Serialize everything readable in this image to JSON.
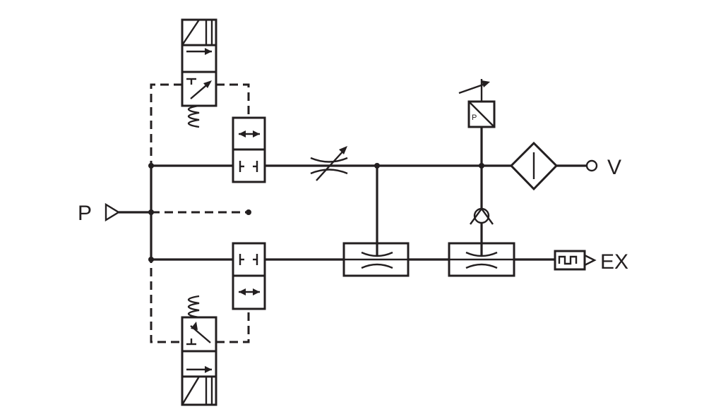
{
  "diagram": {
    "labels": {
      "pressure_port": "P",
      "vacuum_port": "V",
      "exhaust_port": "EX",
      "pressure_switch_mark": "P"
    },
    "colors": {
      "line": "#231f20",
      "background": "#ffffff"
    }
  }
}
